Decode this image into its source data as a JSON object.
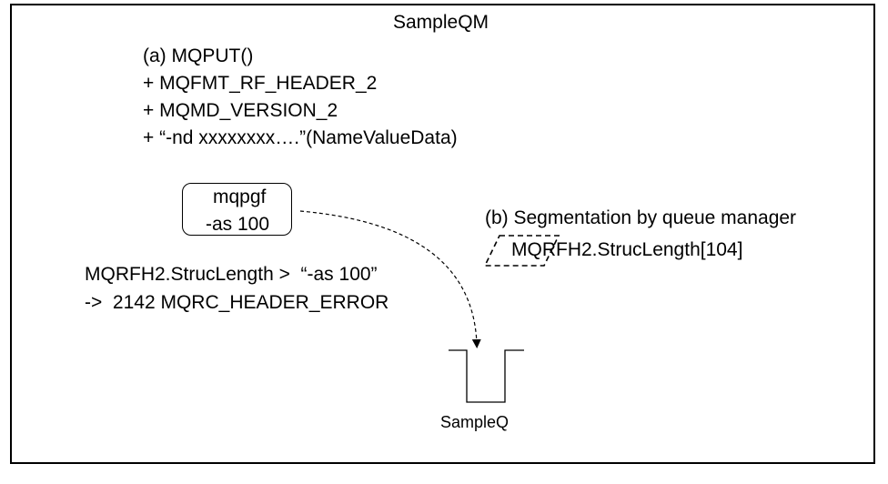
{
  "diagram": {
    "queue_manager": "SampleQM",
    "step_a": {
      "lines": [
        "(a) MQPUT()",
        "+ MQFMT_RF_HEADER_2",
        "+ MQMD_VERSION_2",
        "+ “-nd xxxxxxxx….”(NameValueData)"
      ]
    },
    "command": {
      "line1": "mqpgf",
      "line2": "-as 100"
    },
    "error": {
      "line1": "MQRFH2.StrucLength >  “-as 100”",
      "line2": "->  2142 MQRC_HEADER_ERROR"
    },
    "step_b": {
      "title": "(b) Segmentation by queue manager",
      "segment_label": "MQRFH2.StrucLength[104]"
    },
    "queue": {
      "name": "SampleQ"
    }
  }
}
